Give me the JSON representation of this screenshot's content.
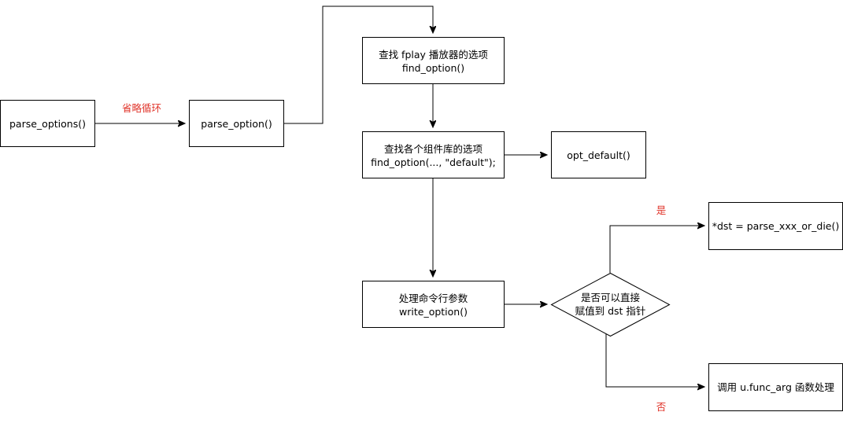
{
  "nodes": {
    "parse_options": {
      "lines": [
        "parse_options()"
      ]
    },
    "parse_option": {
      "lines": [
        "parse_option()"
      ]
    },
    "find_option_fplay": {
      "lines": [
        "查找 fplay 播放器的选项",
        "find_option()"
      ]
    },
    "find_option_libs": {
      "lines": [
        "查找各个组件库的选项",
        "find_option(..., \"default\");"
      ]
    },
    "opt_default": {
      "lines": [
        "opt_default()"
      ]
    },
    "write_option": {
      "lines": [
        "处理命令行参数",
        "write_option()"
      ]
    },
    "decision": {
      "lines": [
        "是否可以直接",
        "赋值到 dst 指针"
      ]
    },
    "parse_or_die": {
      "lines": [
        "*dst = parse_xxx_or_die()"
      ]
    },
    "func_arg": {
      "lines": [
        "调用 u.func_arg 函数处理"
      ]
    }
  },
  "edge_labels": {
    "skip_loop": "省略循环",
    "yes": "是",
    "no": "否"
  },
  "colors": {
    "label_red": "#e0352b",
    "stroke": "#000000"
  }
}
